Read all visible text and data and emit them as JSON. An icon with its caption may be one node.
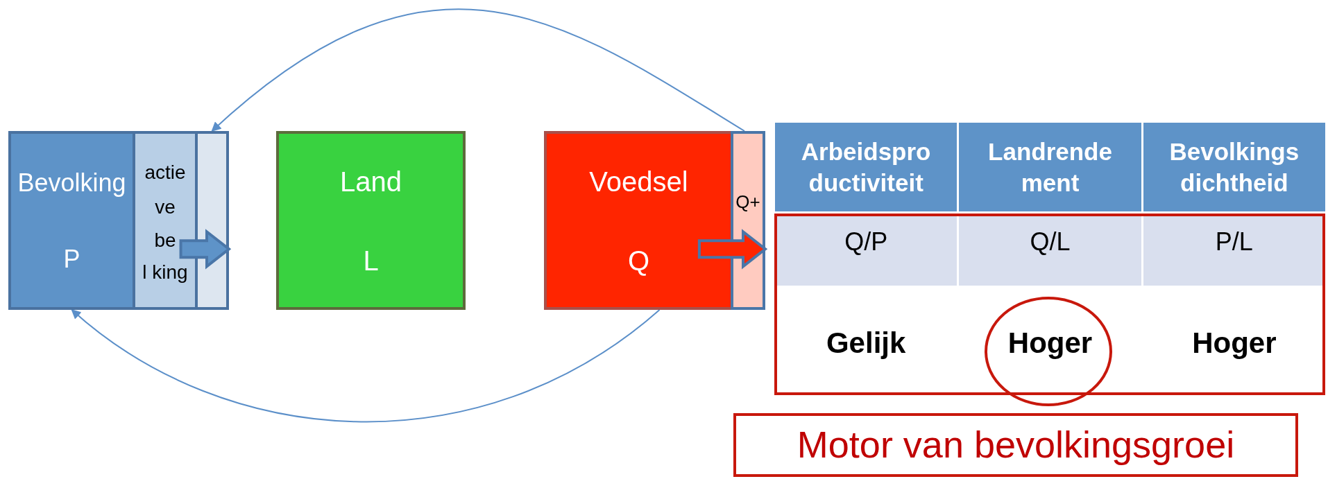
{
  "diagram": {
    "nodes": [
      {
        "text": [
          "Bevolking",
          "P"
        ]
      },
      {
        "text": [
          "actie",
          "ve",
          "be",
          "l king"
        ]
      },
      {
        "text": [],
        "shape": "box"
      },
      {
        "text": [
          "Land",
          "L"
        ]
      },
      {
        "text": [
          "Voedsel",
          "Q"
        ]
      },
      {
        "text": [
          "Q+"
        ]
      },
      {
        "text": [
          "Motor van bevolkingsgroei"
        ]
      }
    ],
    "edges": [
      {
        "from": 5,
        "to": 2,
        "arrow": "to"
      },
      {
        "from": 4,
        "to": 0,
        "arrow": "to"
      },
      {
        "from": 1,
        "to": 2,
        "arrow": "to",
        "style": "thick"
      },
      {
        "from": 4,
        "to": 5,
        "arrow": "to",
        "style": "thick"
      }
    ],
    "labels": [
      "Arbeidspro ductiviteit",
      "Landrende ment",
      "Bevolkings dichtheid",
      "Q/P",
      "Q/L",
      "P/L",
      "Gelijk",
      "Hoger",
      "Hoger"
    ]
  }
}
